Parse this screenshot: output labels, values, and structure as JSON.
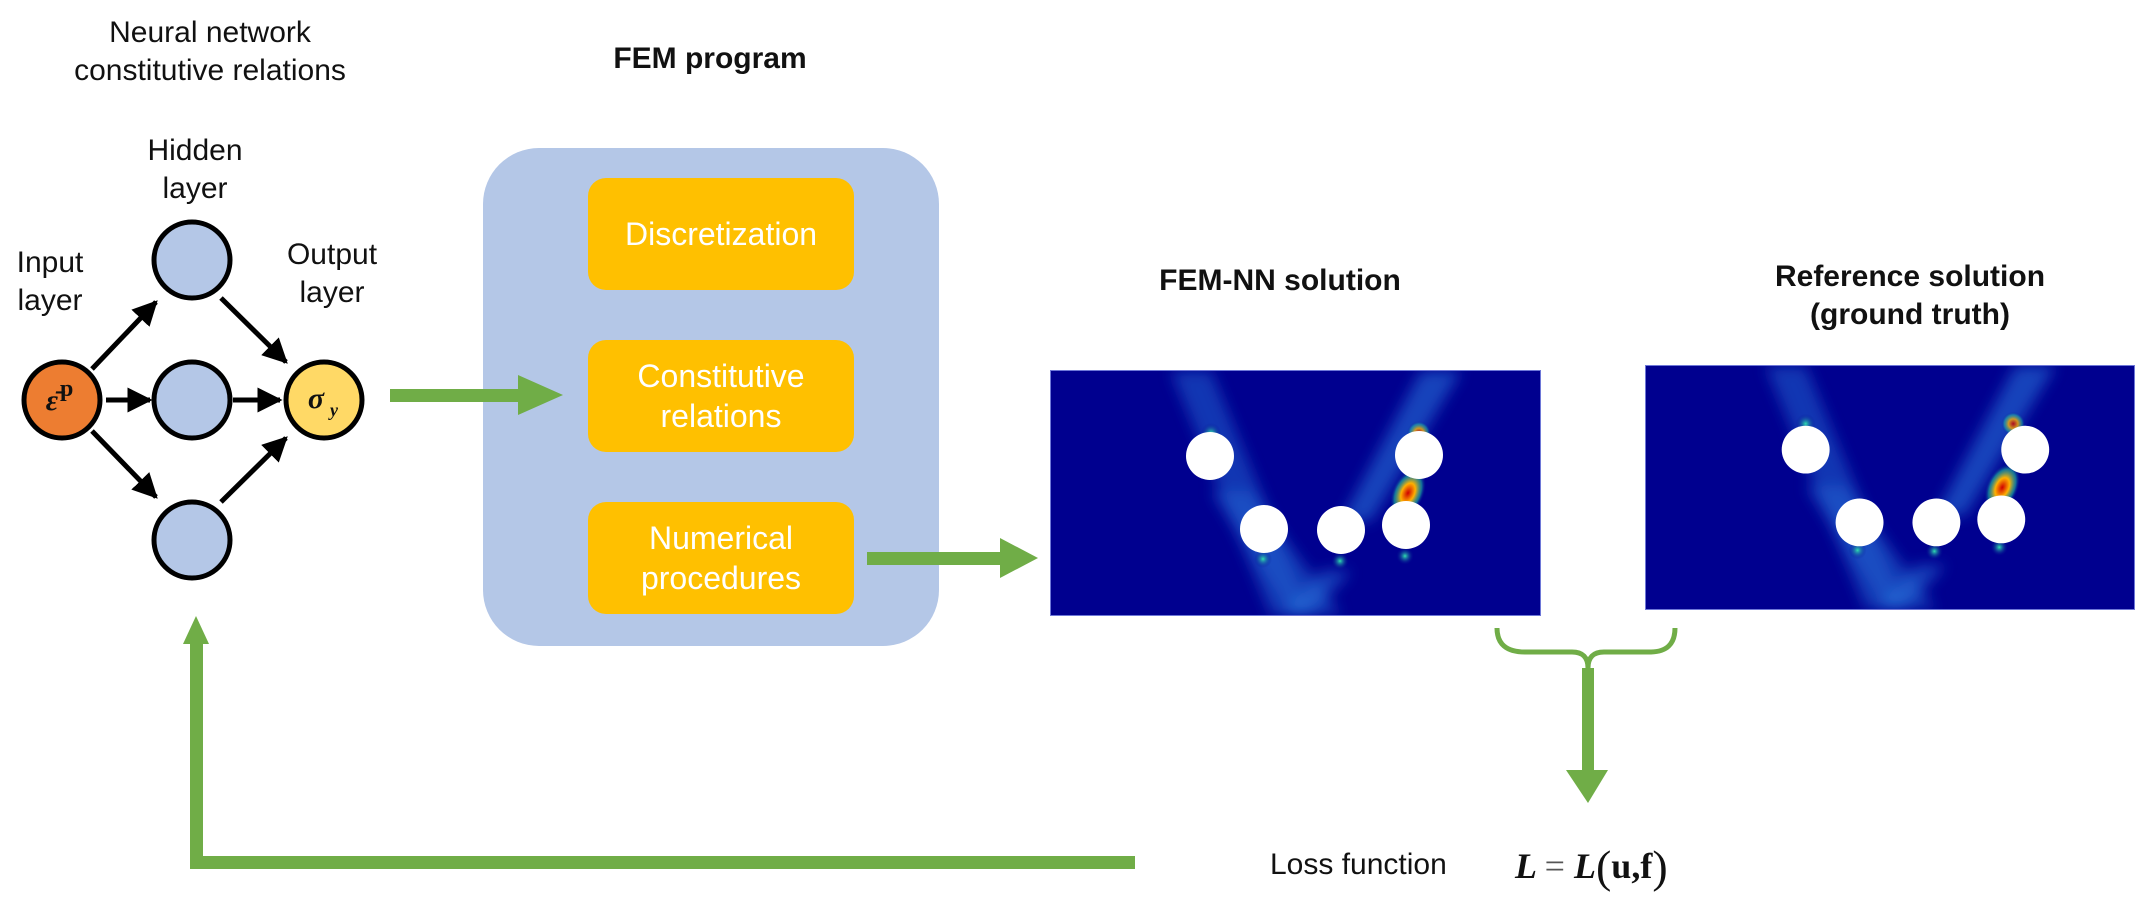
{
  "colors": {
    "arrow_green": "#70ad47",
    "hidden_node": "#b4c7e7",
    "input_node": "#ed7d31",
    "output_node": "#ffd966",
    "fem_panel": "#b4c7e7",
    "fem_box": "#ffc000",
    "heatmap_background": "#00008f"
  },
  "neural_network": {
    "title": "Neural network\nconstitutive relations",
    "hidden_label": "Hidden\nlayer",
    "input_label": "Input\nlayer",
    "output_label": "Output\nlayer",
    "input_node_symbol": "ε̄",
    "input_node_superscript": "p",
    "output_node_symbol": "σ",
    "output_node_subscript": "y",
    "hidden_node_count": 3
  },
  "fem_program": {
    "title": "FEM program",
    "boxes": [
      {
        "label": "Discretization"
      },
      {
        "label": "Constitutive\nrelations"
      },
      {
        "label": "Numerical\nprocedures"
      }
    ]
  },
  "solutions": {
    "fem_nn_title": "FEM-NN solution",
    "reference_title": "Reference solution\n(ground truth)",
    "hole_count": 5
  },
  "loss": {
    "label": "Loss function",
    "lhs": "L",
    "equals": "=",
    "fn": "L",
    "arg_u": "u",
    "comma": ",",
    "arg_f": "f"
  }
}
